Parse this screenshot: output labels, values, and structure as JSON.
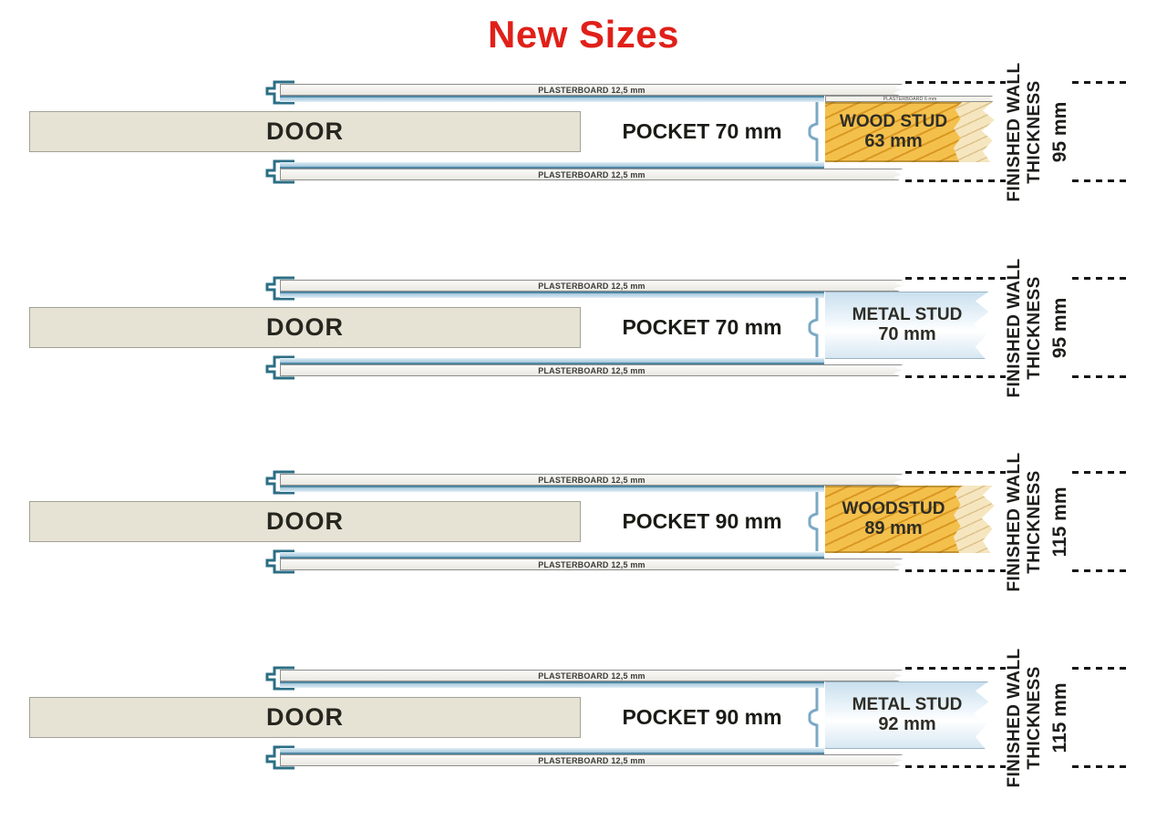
{
  "title": "New Sizes",
  "colors": {
    "title_red": "#e02019",
    "wood_stud_orange": "#f4c04c",
    "wood_stud_pale": "#f6e6bf",
    "metal_stud_blue": "#d9eaf4",
    "frame_teal": "#2b6e84",
    "pocket_band_blue": "#9fc5da",
    "door_beige": "#e6e3d5",
    "dimension_line_black": "#151515"
  },
  "rows": [
    {
      "door_label": "DOOR",
      "pocket_label": "POCKET 70 mm",
      "plasterboard_top": "PLASTERBOARD 12,5 mm",
      "plasterboard_bottom": "PLASTERBOARD 12,5 mm",
      "stud_type": "wood",
      "stud_label": "WOOD STUD",
      "stud_size": "63 mm",
      "stud_packer_label": "PLASTERBOARD 6 mm",
      "wall_label_line1": "FINISHED WALL",
      "wall_label_line2": "THICKNESS",
      "wall_thickness": "95 mm"
    },
    {
      "door_label": "DOOR",
      "pocket_label": "POCKET 70 mm",
      "plasterboard_top": "PLASTERBOARD 12,5 mm",
      "plasterboard_bottom": "PLASTERBOARD 12,5 mm",
      "stud_type": "metal",
      "stud_label": "METAL STUD",
      "stud_size": "70 mm",
      "wall_label_line1": "FINISHED WALL",
      "wall_label_line2": "THICKNESS",
      "wall_thickness": "95 mm"
    },
    {
      "door_label": "DOOR",
      "pocket_label": "POCKET 90 mm",
      "plasterboard_top": "PLASTERBOARD 12,5 mm",
      "plasterboard_bottom": "PLASTERBOARD 12,5 mm",
      "stud_type": "wood",
      "stud_label": "WOODSTUD",
      "stud_size": "89 mm",
      "wall_label_line1": "FINISHED WALL",
      "wall_label_line2": "THICKNESS",
      "wall_thickness": "115 mm"
    },
    {
      "door_label": "DOOR",
      "pocket_label": "POCKET 90 mm",
      "plasterboard_top": "PLASTERBOARD 12,5 mm",
      "plasterboard_bottom": "PLASTERBOARD 12,5 mm",
      "stud_type": "metal",
      "stud_label": "METAL STUD",
      "stud_size": "92 mm",
      "wall_label_line1": "FINISHED WALL",
      "wall_label_line2": "THICKNESS",
      "wall_thickness": "115 mm"
    }
  ]
}
